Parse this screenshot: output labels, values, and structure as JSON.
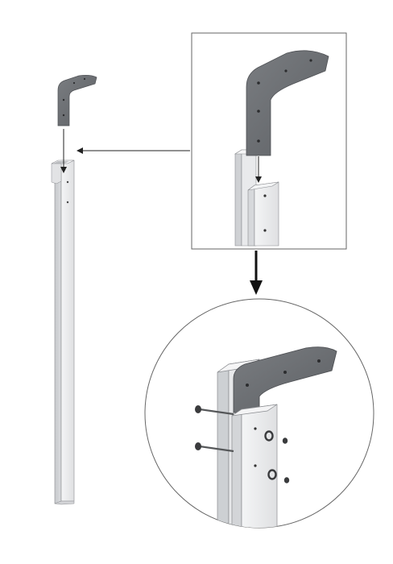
{
  "diagram": {
    "type": "assembly-instruction",
    "steps": [
      "bracket-above-post",
      "zoom-detail-bracket-lowered-into-post",
      "zoom-detail-bracket-bolted-to-post"
    ],
    "colors": {
      "background": "#ffffff",
      "bracket": "#6b6e72",
      "bracket_edge": "#4f5155",
      "post_face": "#e8e9eb",
      "post_side": "#cfd1d4",
      "post_edge": "#8a8c90",
      "arrow": "#222222",
      "frame": "#666666",
      "bolt": "#555759",
      "washer": "#3a3b3d"
    },
    "icons": [
      "down-arrow-icon",
      "left-arrow-icon",
      "bolt-icon",
      "washer-icon",
      "nut-icon"
    ]
  }
}
